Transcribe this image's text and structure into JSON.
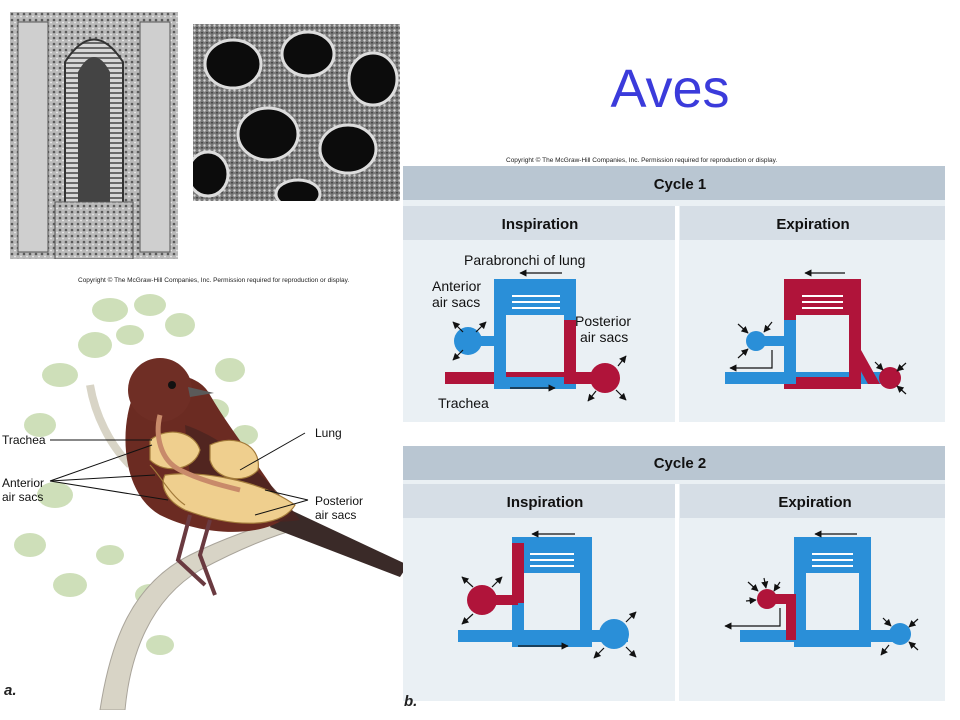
{
  "title": "Aves",
  "bird_figure": {
    "copyright": "Copyright © The McGraw-Hill Companies, Inc. Permission required for reproduction or display.",
    "labels": {
      "trachea": "Trachea",
      "anterior": [
        "Anterior",
        "air sacs"
      ],
      "lung": "Lung",
      "posterior": [
        "Posterior",
        "air sacs"
      ]
    },
    "letter": "a."
  },
  "cycles_figure": {
    "copyright": "Copyright © The McGraw-Hill Companies, Inc. Permission required for reproduction or display.",
    "cycle1": {
      "title": "Cycle 1",
      "inspiration": "Inspiration",
      "expiration": "Expiration",
      "labels": {
        "parabronchi": "Parabronchi of lung",
        "anterior": [
          "Anterior",
          "air sacs"
        ],
        "posterior": [
          "Posterior",
          "air sacs"
        ],
        "trachea": "Trachea"
      }
    },
    "cycle2": {
      "title": "Cycle 2",
      "inspiration": "Inspiration",
      "expiration": "Expiration"
    },
    "letter": "b."
  },
  "colors": {
    "title": "#3b3bdb",
    "oxygenated_blue": "#2a8fd8",
    "deoxygenated_red": "#b0143a",
    "header_gray": "#b9c6d2",
    "subheader_gray": "#d6dee6",
    "panel_bg": "#eaf0f4"
  }
}
